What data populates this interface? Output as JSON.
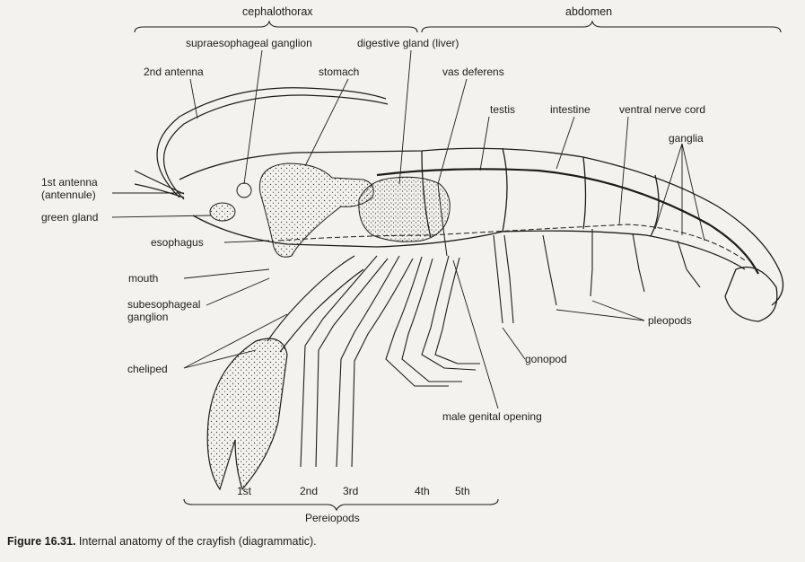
{
  "regions": {
    "cephalothorax": "cephalothorax",
    "abdomen": "abdomen",
    "pereiopods": "Pereiopods"
  },
  "labels": {
    "supraesophageal_ganglion": "supraesophageal ganglion",
    "digestive_gland": "digestive gland (liver)",
    "second_antenna": "2nd antenna",
    "stomach": "stomach",
    "vas_deferens": "vas deferens",
    "testis": "testis",
    "intestine": "intestine",
    "ventral_nerve_cord": "ventral nerve cord",
    "ganglia": "ganglia",
    "first_antenna_line1": "1st antenna",
    "first_antenna_line2": "(antennule)",
    "green_gland": "green gland",
    "esophagus": "esophagus",
    "mouth": "mouth",
    "subesophageal_line1": "subesophageal",
    "subesophageal_line2": "ganglion",
    "cheliped": "cheliped",
    "pleopods": "pleopods",
    "gonopod": "gonopod",
    "male_genital_opening": "male genital opening"
  },
  "legs": [
    "1st",
    "2nd",
    "3rd",
    "4th",
    "5th"
  ],
  "caption": {
    "figure": "Figure 16.31.",
    "text": "Internal anatomy of the crayfish (diagrammatic)."
  },
  "colors": {
    "background": "#f3f2ee",
    "ink": "#1c1c1c"
  }
}
